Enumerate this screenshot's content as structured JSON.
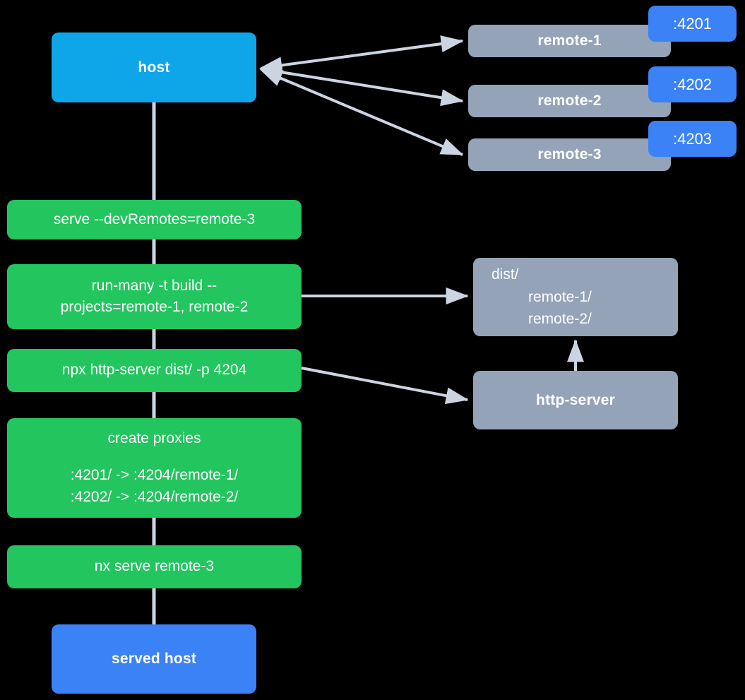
{
  "diagram": {
    "title": "Nx module federation host and remotes serve flow",
    "background_color": "#000000",
    "link_color": "#CBD5E1",
    "colors": {
      "host": "#0FA5E9",
      "served_host": "#3B82F6",
      "command": "#22C55E",
      "gray_node": "#94A3B8",
      "port_badge": "#3B82F6",
      "text": "#FFFFFF"
    }
  },
  "nodes": {
    "host": {
      "label": "host"
    },
    "served_host": {
      "label": "served host"
    },
    "remotes": [
      {
        "label": "remote-1",
        "port": ":4201"
      },
      {
        "label": "remote-2",
        "port": ":4202"
      },
      {
        "label": "remote-3",
        "port": ":4203"
      }
    ],
    "commands": [
      {
        "id": "serve-dev-remotes",
        "line1": "serve --devRemotes=remote-3"
      },
      {
        "id": "run-many-build",
        "line1": "run-many -t build --",
        "line2": "projects=remote-1, remote-2"
      },
      {
        "id": "npx-http-server",
        "line1": "npx http-server dist/ -p 4204"
      },
      {
        "id": "create-proxies",
        "line1": "create proxies",
        "proxy1": ":4201/ -> :4204/remote-1/",
        "proxy2": ":4202/ -> :4204/remote-2/"
      },
      {
        "id": "nx-serve-remote-3",
        "line1": "nx serve remote-3"
      }
    ],
    "dist": {
      "root": "dist/",
      "child1": "remote-1/",
      "child2": "remote-2/"
    },
    "http_server": {
      "label": "http-server"
    }
  }
}
